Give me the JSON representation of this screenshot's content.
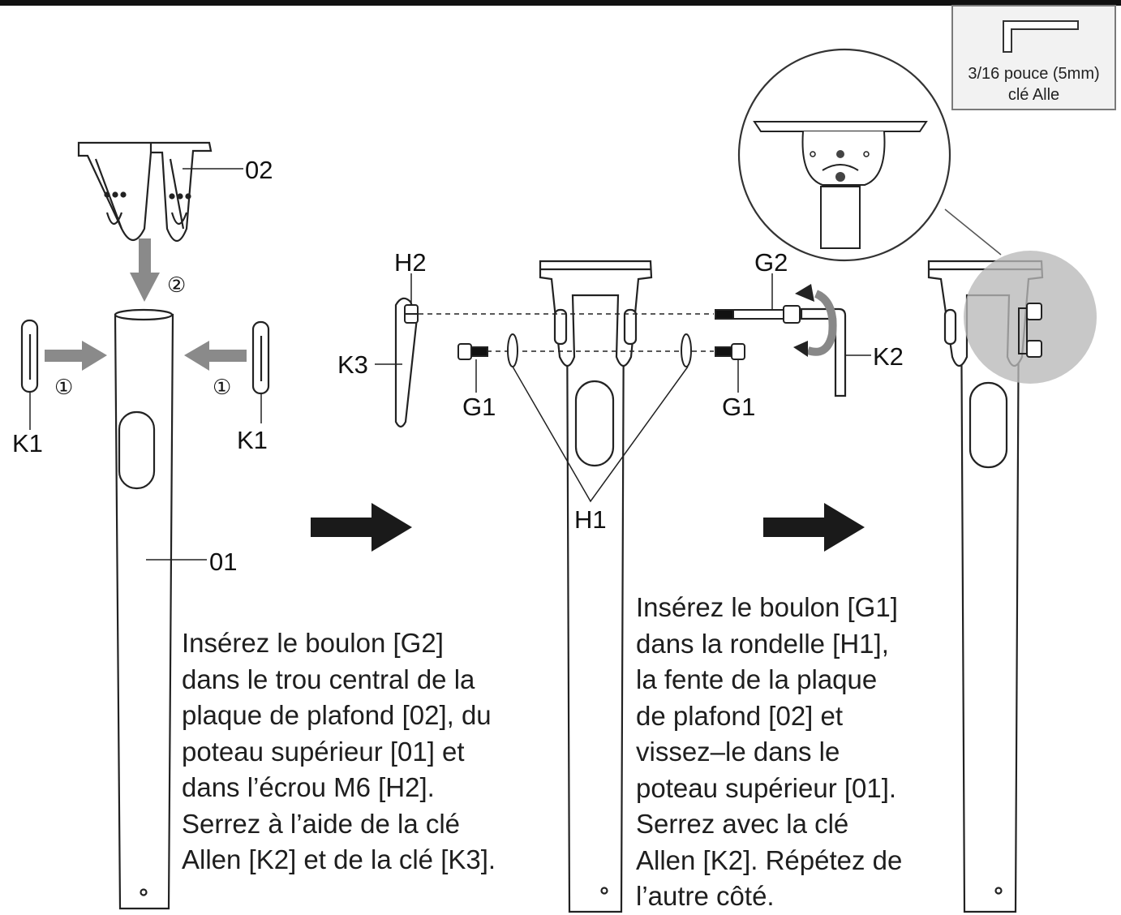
{
  "labels": {
    "part_02": "02",
    "part_01": "01",
    "k1_left": "K1",
    "k1_right": "K1",
    "step_1_left": "①",
    "step_1_right": "①",
    "step_2": "②",
    "h2": "H2",
    "k3": "K3",
    "g1_left": "G1",
    "g1_right": "G1",
    "h1": "H1",
    "g2": "G2",
    "k2": "K2"
  },
  "tool": {
    "caption": "3/16 pouce (5mm)\nclé Alle"
  },
  "instructions": {
    "step_a": "Insérez le boulon [G2]\ndans le trou central de la\nplaque de plafond [02], du\npoteau supérieur [01] et\ndans l’écrou M6 [H2].\nSerrez à l’aide de la clé\nAllen [K2] et de la clé [K3].",
    "step_b": "Insérez le boulon [G1]\ndans la rondelle [H1],\nla fente de la plaque\nde plafond [02] et\nvissez–le dans le\npoteau supérieur [01].\nSerrez avec la clé\nAllen [K2]. Répétez de\nl’autre côté."
  },
  "colors": {
    "frame": "#111111",
    "grey_arrow": "#8a8a8a",
    "dark_arrow": "#1a1a1a",
    "highlight": "#b8b8b8",
    "tool_box_bg": "#f2f2f2"
  }
}
